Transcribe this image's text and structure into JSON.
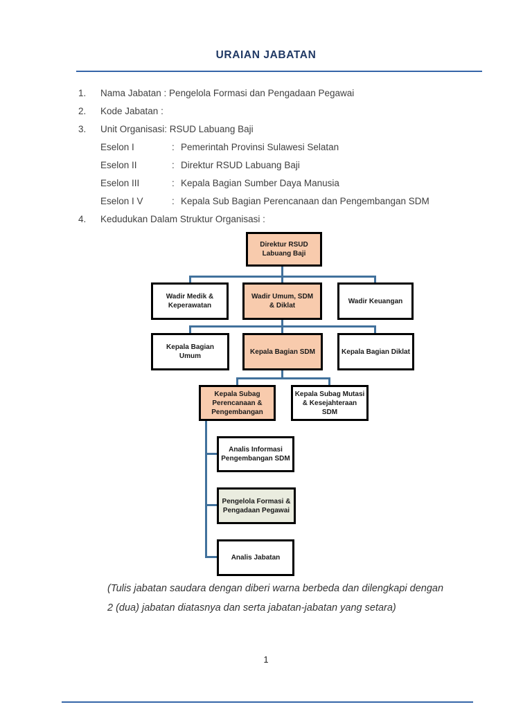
{
  "colors": {
    "title_navy": "#1F3864",
    "rule_blue": "#3465A8",
    "connector_blue": "#41719C",
    "box_border": "#000000",
    "box_text": "#1A1A1A",
    "body_text": "#3F3F3F",
    "peach": "#F8CBAD",
    "white_fill": "#FFFFFF",
    "sage": "#EAECDF"
  },
  "header": {
    "title": "URAIAN JABATAN"
  },
  "list": {
    "items": [
      {
        "num": "1.",
        "text": "Nama Jabatan : Pengelola Formasi dan Pengadaan Pegawai"
      },
      {
        "num": "2.",
        "text": "Kode Jabatan  :"
      },
      {
        "num": "3.",
        "text": "Unit Organisasi: RSUD Labuang Baji"
      },
      {
        "num": "4.",
        "text": "Kedudukan Dalam Struktur Organisasi :"
      }
    ],
    "eselon": [
      {
        "label": "Eselon I",
        "sep": ":",
        "value": "Pemerintah Provinsi Sulawesi Selatan"
      },
      {
        "label": "Eselon II",
        "sep": ":",
        "value": "Direktur RSUD Labuang Baji"
      },
      {
        "label": "Eselon III",
        "sep": ":",
        "value": "Kepala Bagian Sumber Daya Manusia"
      },
      {
        "label": "Eselon I V",
        "sep": ":",
        "value": "Kepala Sub Bagian Perencanaan dan Pengembangan SDM"
      }
    ]
  },
  "org_chart": {
    "nodes": {
      "direktur": {
        "label": "Direktur RSUD\nLabuang Baji",
        "fill": "#F8CBAD"
      },
      "wadir_medik": {
        "label": "Wadir Medik &\nKeperawatan",
        "fill": "#FFFFFF"
      },
      "wadir_umum": {
        "label": "Wadir Umum, SDM\n& Diklat",
        "fill": "#F8CBAD"
      },
      "wadir_keuangan": {
        "label": "Wadir Keuangan",
        "fill": "#FFFFFF"
      },
      "kabag_umum": {
        "label": "Kepala Bagian\nUmum",
        "fill": "#FFFFFF"
      },
      "kabag_sdm": {
        "label": "Kepala Bagian SDM",
        "fill": "#F8CBAD"
      },
      "kabag_diklat": {
        "label": "Kepala Bagian Diklat",
        "fill": "#FFFFFF"
      },
      "kasubag_perencanaan": {
        "label": "Kepala Subag\nPerencanaan &\nPengembangan",
        "fill": "#F8CBAD"
      },
      "kasubag_mutasi": {
        "label": "Kepala Subag Mutasi\n& Kesejahteraan\nSDM",
        "fill": "#FFFFFF"
      },
      "analis_informasi": {
        "label": "Analis Informasi\nPengembangan SDM",
        "fill": "#FFFFFF"
      },
      "pengelola_formasi": {
        "label": "Pengelola Formasi &\nPengadaan Pegawai",
        "fill": "#EAECDF"
      },
      "analis_jabatan": {
        "label": "Analis Jabatan",
        "fill": "#FFFFFF"
      }
    }
  },
  "note": {
    "line1": "(Tulis jabatan saudara dengan diberi warna berbeda dan dilengkapi dengan",
    "line2": "2 (dua) jabatan diatasnya dan serta jabatan-jabatan yang setara)"
  },
  "footer": {
    "page_number": "1"
  }
}
